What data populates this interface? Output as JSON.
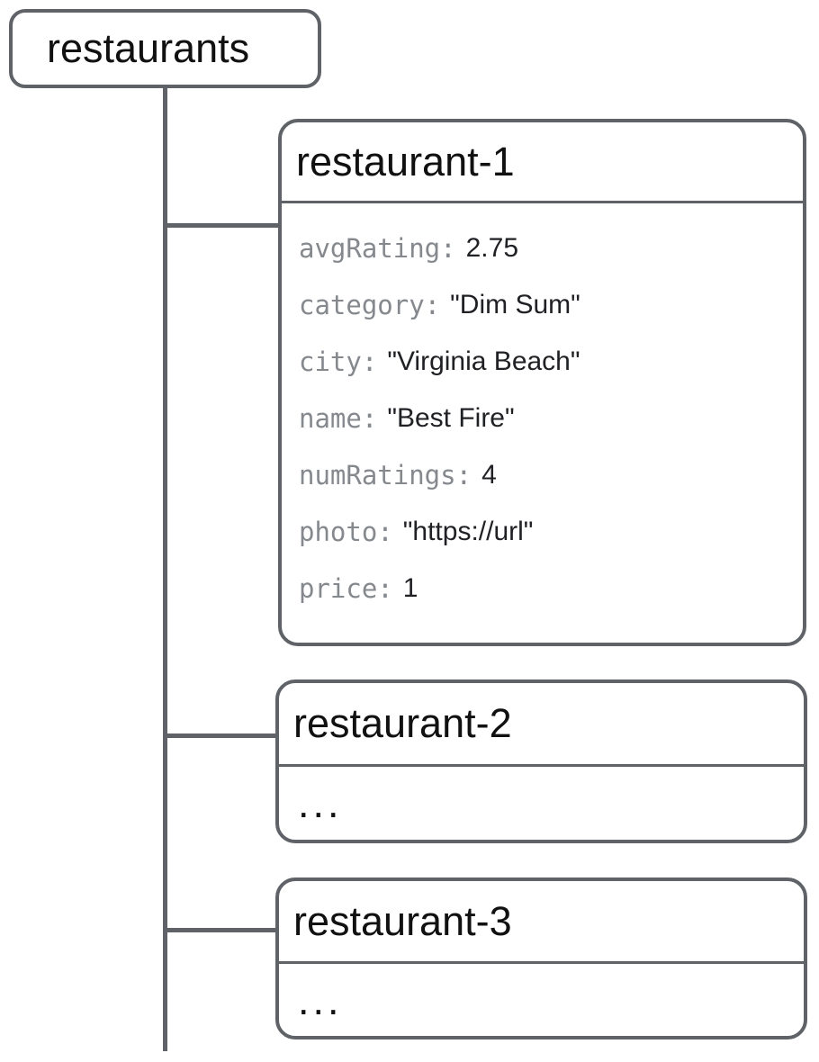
{
  "diagram": {
    "type": "database-tree",
    "colors": {
      "line": "#5f6368",
      "key_text": "#85898e",
      "value_text": "#202124",
      "title_text": "#111111",
      "background": "#ffffff"
    },
    "root": {
      "label": "restaurants"
    },
    "children": [
      {
        "title": "restaurant-1",
        "fields": [
          {
            "key": "avgRating:",
            "value": "2.75"
          },
          {
            "key": "category:",
            "value": "\"Dim Sum\""
          },
          {
            "key": "city:",
            "value": "\"Virginia Beach\""
          },
          {
            "key": "name:",
            "value": "\"Best Fire\""
          },
          {
            "key": "numRatings:",
            "value": "4"
          },
          {
            "key": "photo:",
            "value": "\"https://url\""
          },
          {
            "key": "price:",
            "value": "1"
          }
        ]
      },
      {
        "title": "restaurant-2",
        "body": "..."
      },
      {
        "title": "restaurant-3",
        "body": "..."
      }
    ]
  }
}
